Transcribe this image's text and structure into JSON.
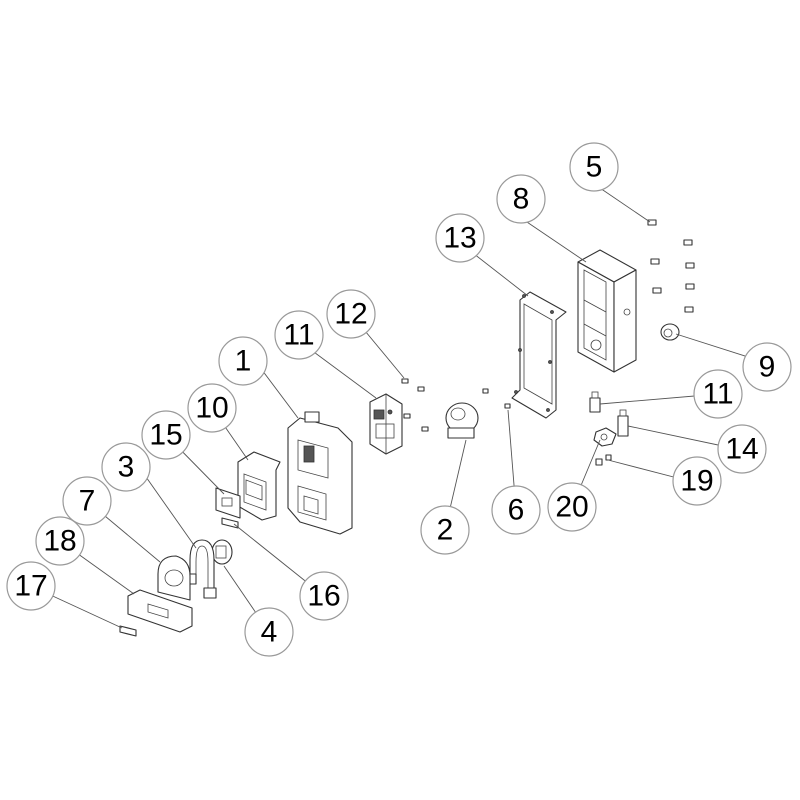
{
  "callouts": [
    {
      "id": "c1",
      "number": "1"
    },
    {
      "id": "c2",
      "number": "2"
    },
    {
      "id": "c3",
      "number": "3"
    },
    {
      "id": "c4",
      "number": "4"
    },
    {
      "id": "c5",
      "number": "5"
    },
    {
      "id": "c6",
      "number": "6"
    },
    {
      "id": "c7",
      "number": "7"
    },
    {
      "id": "c8",
      "number": "8"
    },
    {
      "id": "c9",
      "number": "9"
    },
    {
      "id": "c10",
      "number": "10"
    },
    {
      "id": "c11a",
      "number": "11"
    },
    {
      "id": "c11b",
      "number": "11"
    },
    {
      "id": "c12",
      "number": "12"
    },
    {
      "id": "c13",
      "number": "13"
    },
    {
      "id": "c14",
      "number": "14"
    },
    {
      "id": "c15",
      "number": "15"
    },
    {
      "id": "c16",
      "number": "16"
    },
    {
      "id": "c17",
      "number": "17"
    },
    {
      "id": "c18",
      "number": "18"
    },
    {
      "id": "c19",
      "number": "19"
    },
    {
      "id": "c20",
      "number": "20"
    }
  ]
}
